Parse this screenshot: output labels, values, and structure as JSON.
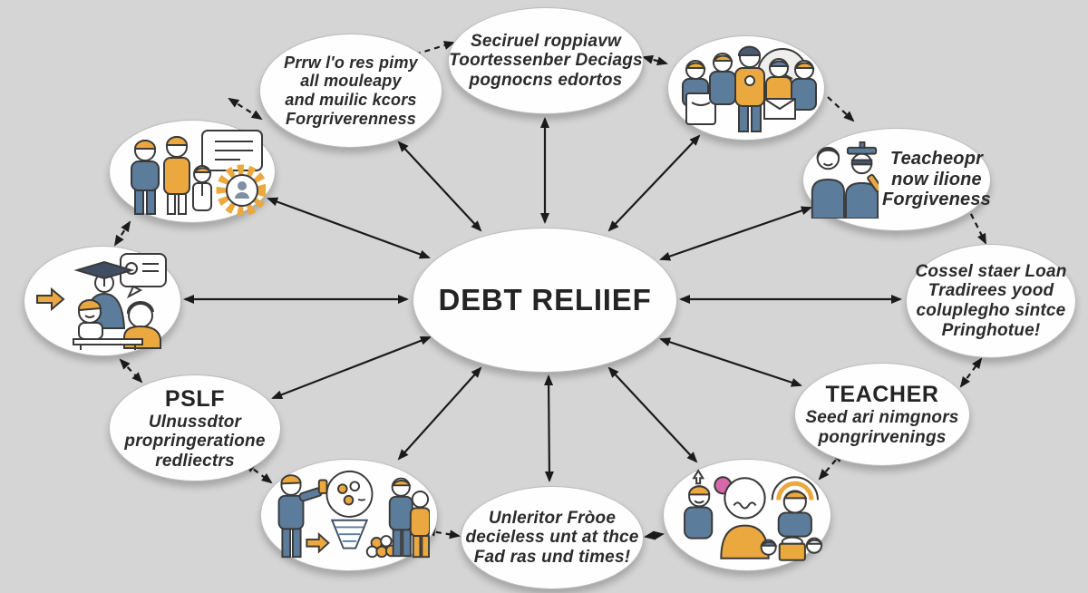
{
  "title": "Debt relief concept diagram",
  "colors": {
    "background": "#d5d5d6",
    "node_fill": "#fefefe",
    "node_border": "#bcbcbc",
    "arrow": "#1b1b1b",
    "accent_yellow": "#EBA83E",
    "accent_blue": "#5C7C9B",
    "accent_pink": "#D667A8",
    "text": "#2b2b2b"
  },
  "center": {
    "label": "DEBT RELIIEF"
  },
  "nodes": {
    "topLeftText": {
      "lines": [
        "Prrw l'o res pimy",
        "all mouleapy",
        "and muilic kcors",
        "Forgriverenness"
      ]
    },
    "topCenterText": {
      "lines": [
        "Seciruel roppiavw",
        "Toortessenber Deciags",
        "pognocns edortos"
      ]
    },
    "topRightIcon": {
      "icon": "construction-team-clock-icon"
    },
    "upperLeftIcon": {
      "icon": "team-presentation-gear-icon"
    },
    "teacheopr": {
      "icon": "teacher-graduate-icon",
      "lines": [
        "Teacheopr",
        "now ilione",
        "Forgiveness"
      ]
    },
    "leftIcon": {
      "icon": "graduation-classroom-icon"
    },
    "rightText": {
      "lines": [
        "Cossel staer Loan",
        "Tradirees yood",
        "coluplegho sintce",
        "Pringhotue!"
      ]
    },
    "pslf": {
      "title": "PSLF",
      "lines": [
        "Ulnussdtor",
        "propringeratione",
        "redliectrs"
      ]
    },
    "teacher": {
      "title": "TEACHER",
      "lines": [
        "Seed ari nimgnors",
        "pongrirvenings"
      ]
    },
    "bottomLeftIcon": {
      "icon": "funnel-coins-advisor-icon"
    },
    "bottomCenterText": {
      "lines": [
        "Unleritor Fròoe",
        "decieless unt at thce",
        "Fad ras und times!"
      ]
    },
    "bottomRightIcon": {
      "icon": "community-support-icon"
    }
  }
}
